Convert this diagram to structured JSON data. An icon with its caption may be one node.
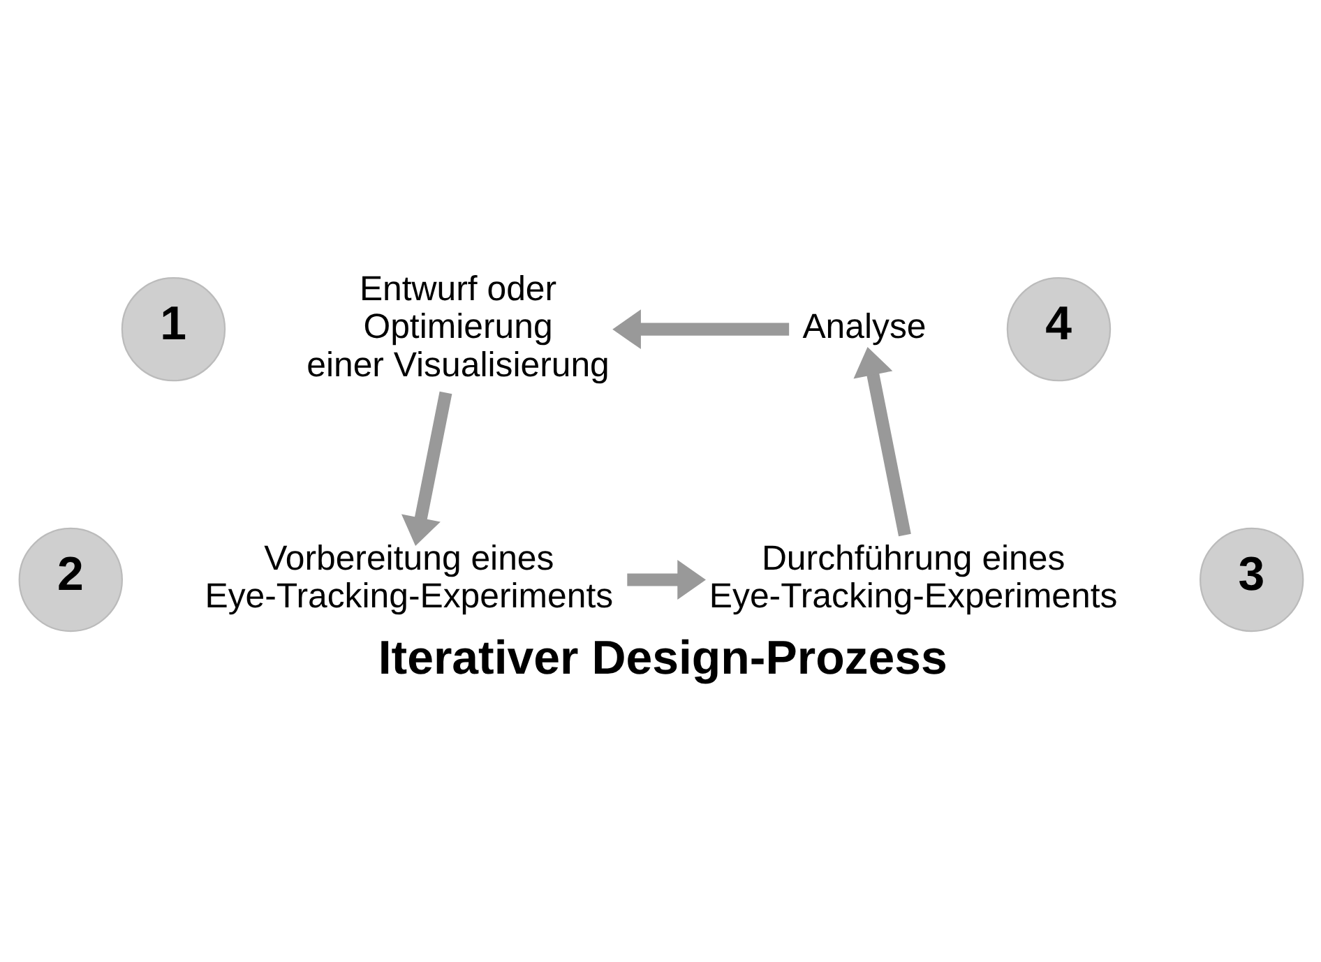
{
  "diagram": {
    "title": "Iterativer Design-Prozess",
    "nodes": [
      {
        "text": [
          "1"
        ]
      },
      {
        "text": [
          "Entwurf oder Optimierung einer Visualisierung"
        ]
      },
      {
        "text": [
          "4"
        ]
      },
      {
        "text": [
          "Analyse"
        ]
      },
      {
        "text": [
          "Vorbereitung eines Eye-Tracking-Experiments"
        ]
      },
      {
        "text": [
          "Durchführung eines Eye-Tracking-Experiments"
        ]
      },
      {
        "text": [
          "2"
        ]
      },
      {
        "text": [
          "3"
        ]
      }
    ],
    "edges": [
      {
        "from": 3,
        "to": 1,
        "arrow": "to"
      },
      {
        "from": 1,
        "to": 4,
        "arrow": "to"
      },
      {
        "from": 4,
        "to": 5,
        "arrow": "to"
      },
      {
        "from": 5,
        "to": 3,
        "arrow": "to"
      }
    ]
  }
}
